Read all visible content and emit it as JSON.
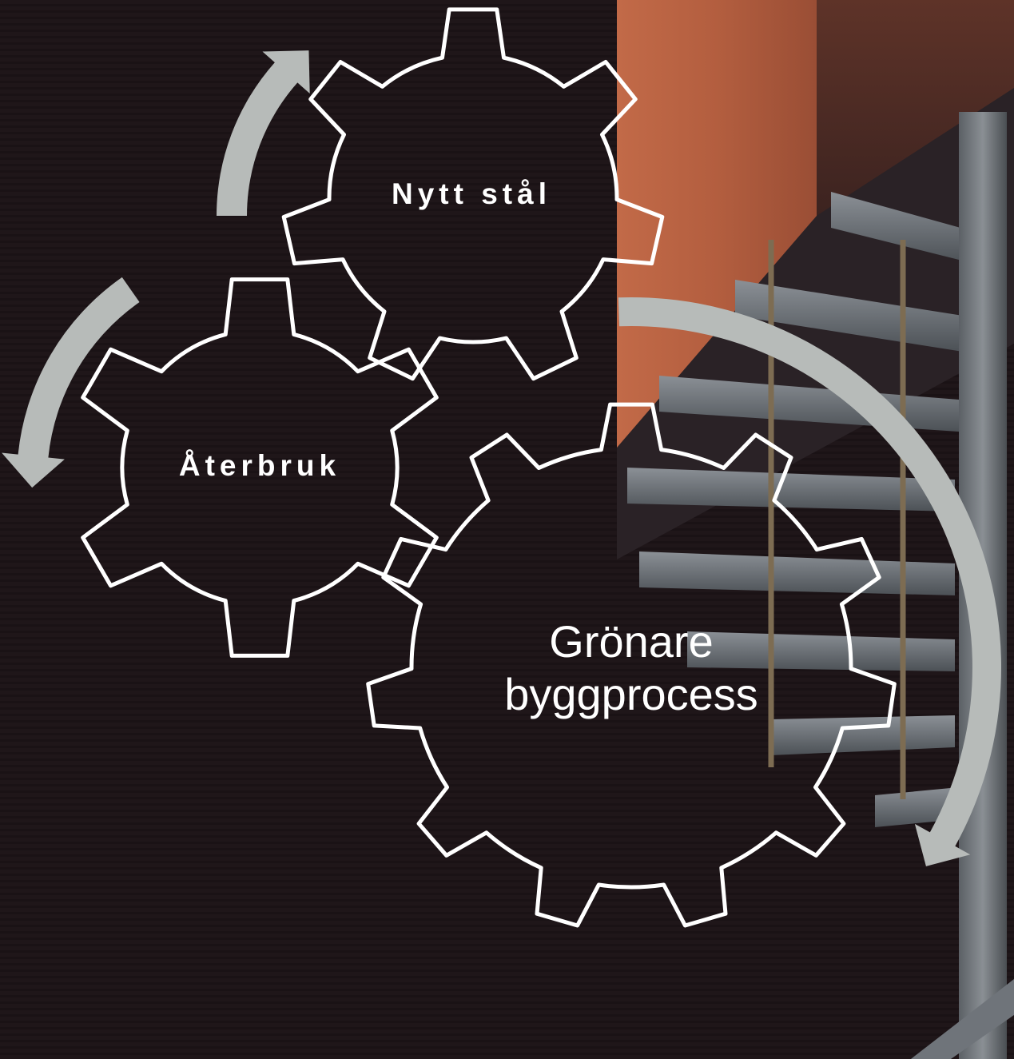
{
  "diagram": {
    "gears": [
      {
        "id": "nytt-stal",
        "label": "Nytt stål"
      },
      {
        "id": "aterbruk",
        "label": "Återbruk"
      },
      {
        "id": "gronare-byggprocess",
        "label_lines": [
          "Grönare",
          "byggprocess"
        ]
      }
    ]
  },
  "background": {
    "wall_color": "#1e1518",
    "copper_color": "#b86244",
    "steel_color": "#6f747a"
  },
  "colors": {
    "gear_outline": "#ffffff",
    "arrow": "#b7bbb9"
  }
}
